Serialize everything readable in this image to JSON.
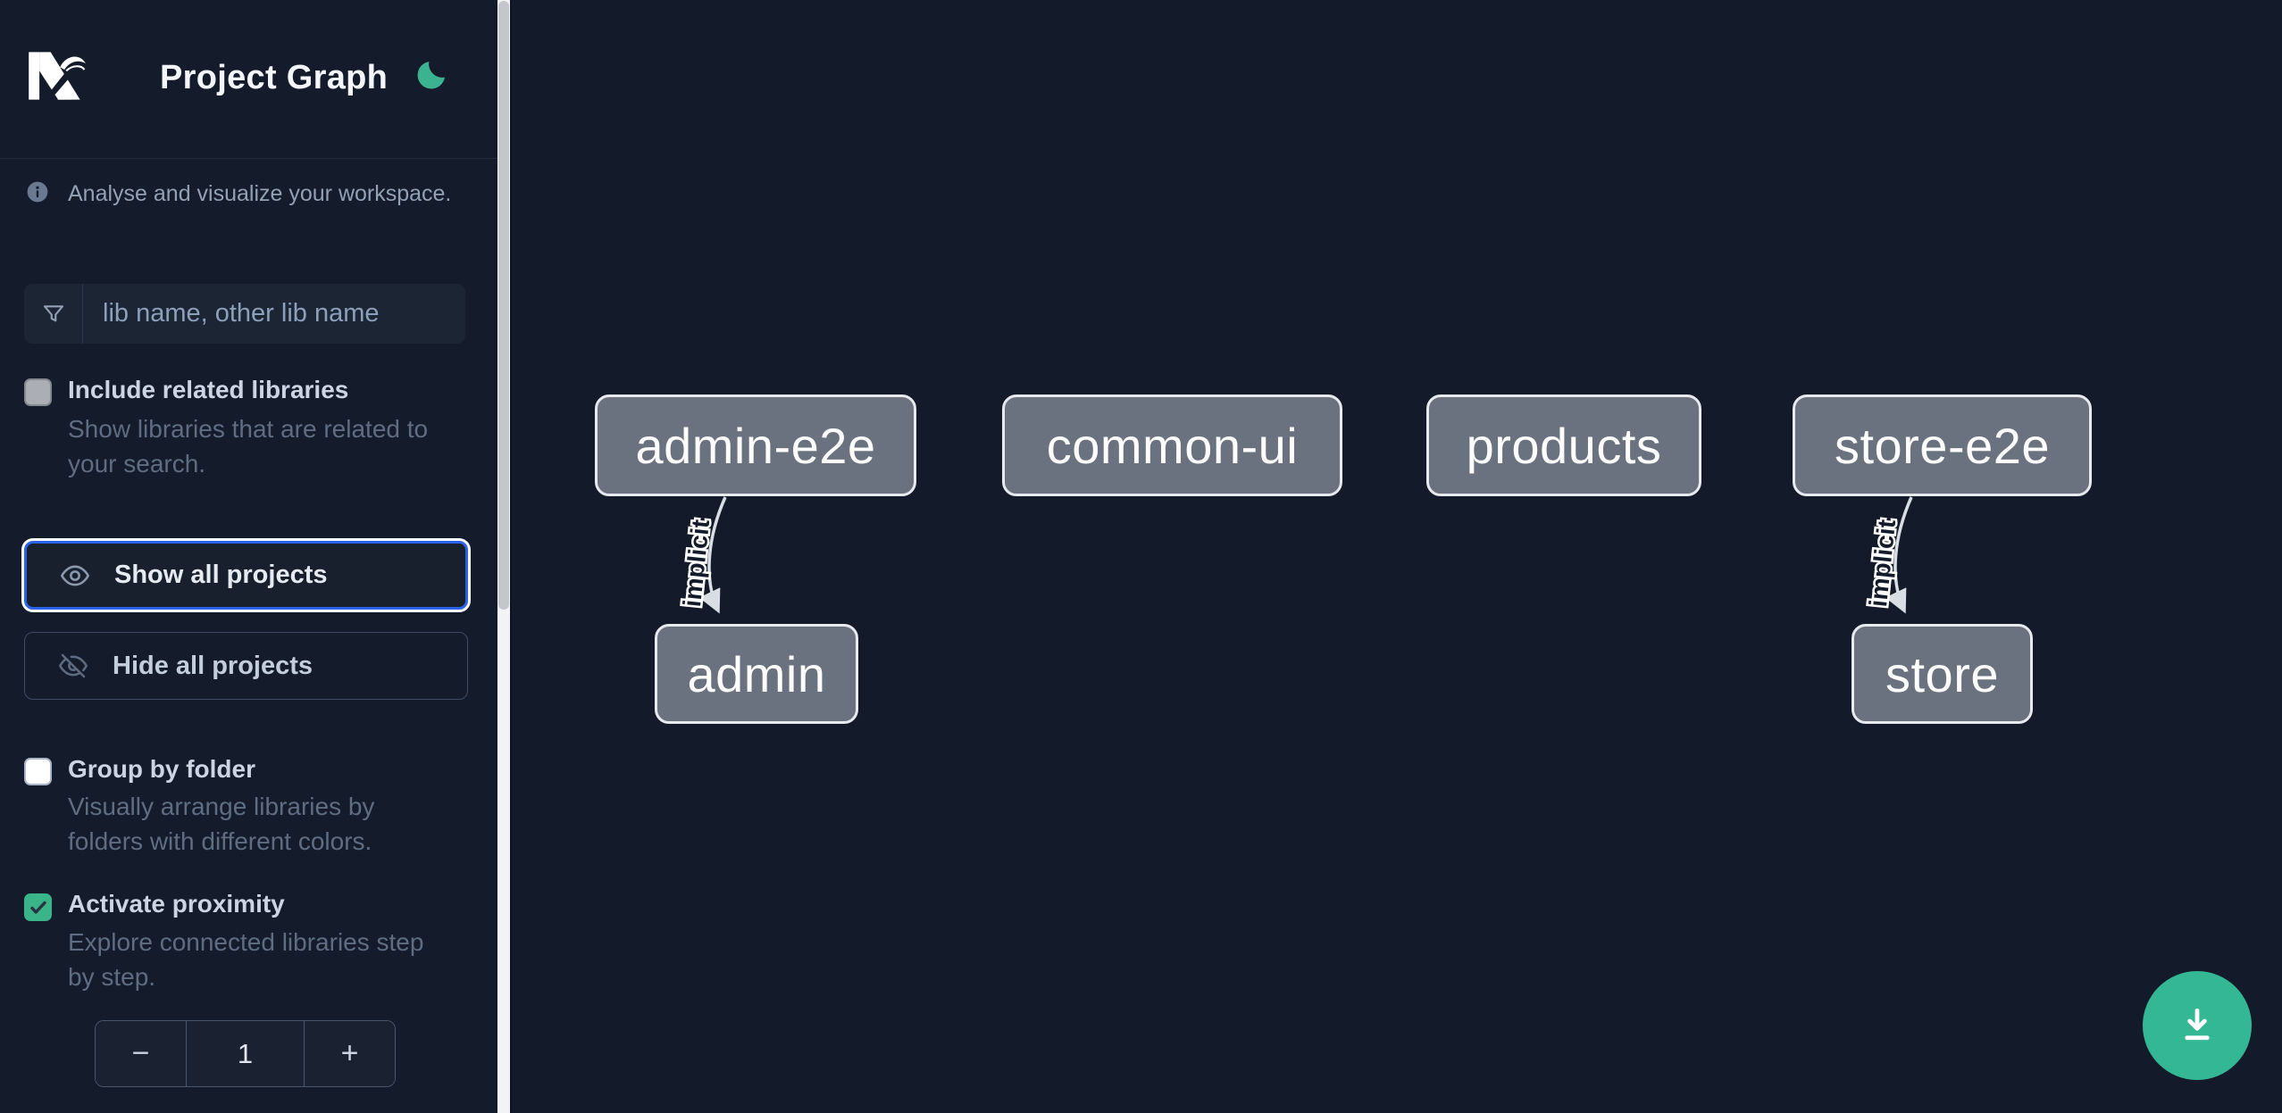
{
  "header": {
    "title": "Project Graph"
  },
  "intro": {
    "text": "Analyse and visualize your workspace."
  },
  "search": {
    "placeholder": "lib name, other lib name",
    "value": ""
  },
  "controls": {
    "include_related": {
      "label": "Include related libraries",
      "description_lines": [
        "Show libraries that are related to",
        "your search."
      ],
      "checked": false
    },
    "show_all": {
      "label": "Show all projects"
    },
    "hide_all": {
      "label": "Hide all projects"
    },
    "group_by_folder": {
      "label": "Group by folder",
      "description_lines": [
        "Visually arrange libraries by",
        "folders with different colors."
      ],
      "checked": false
    },
    "activate_proximity": {
      "label": "Activate proximity",
      "description_lines": [
        "Explore connected libraries step",
        "by step."
      ],
      "checked": true
    },
    "proximity_stepper": {
      "decrement": "−",
      "value": "1",
      "increment": "+"
    }
  },
  "graph": {
    "nodes": [
      {
        "id": "admin-e2e",
        "label": "admin-e2e"
      },
      {
        "id": "common-ui",
        "label": "common-ui"
      },
      {
        "id": "products",
        "label": "products"
      },
      {
        "id": "store-e2e",
        "label": "store-e2e"
      },
      {
        "id": "admin",
        "label": "admin"
      },
      {
        "id": "store",
        "label": "store"
      }
    ],
    "edges": [
      {
        "source": "admin-e2e",
        "target": "admin",
        "label": "implicit",
        "type": "implicit"
      },
      {
        "source": "store-e2e",
        "target": "store",
        "label": "implicit",
        "type": "implicit"
      }
    ]
  },
  "colors": {
    "accent_blue": "#2b63e8",
    "green": "#34b795",
    "node_fill": "#6a7280",
    "sidebar_bg": "#141b2a",
    "canvas_bg": "#131b2a"
  }
}
